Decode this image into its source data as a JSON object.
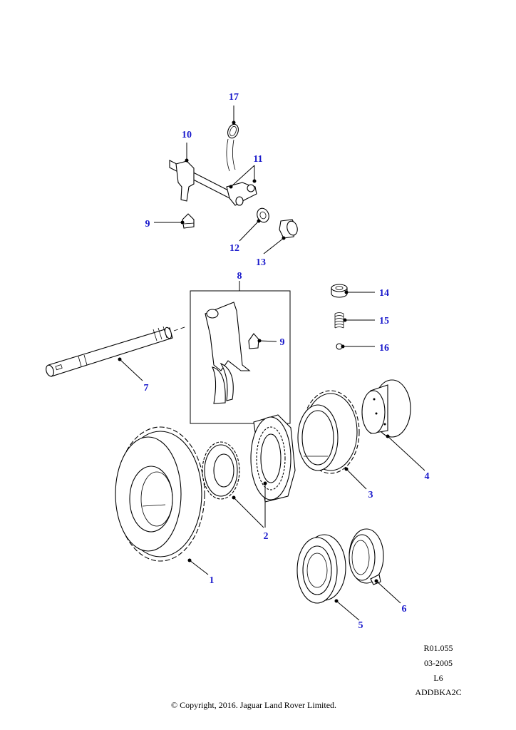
{
  "callout_color": "#1a1acc",
  "callouts": {
    "c1": "1",
    "c2": "2",
    "c3": "3",
    "c4": "4",
    "c5": "5",
    "c6": "6",
    "c7": "7",
    "c8": "8",
    "c9a": "9",
    "c9b": "9",
    "c10": "10",
    "c11": "11",
    "c12": "12",
    "c13": "13",
    "c14": "14",
    "c15": "15",
    "c16": "16",
    "c17": "17"
  },
  "meta": {
    "ref": "R01.055",
    "date": "03-2005",
    "variant": "L6",
    "code": "ADDBKA2C",
    "copyright": "© Copyright, 2016. Jaguar Land Rover Limited."
  }
}
